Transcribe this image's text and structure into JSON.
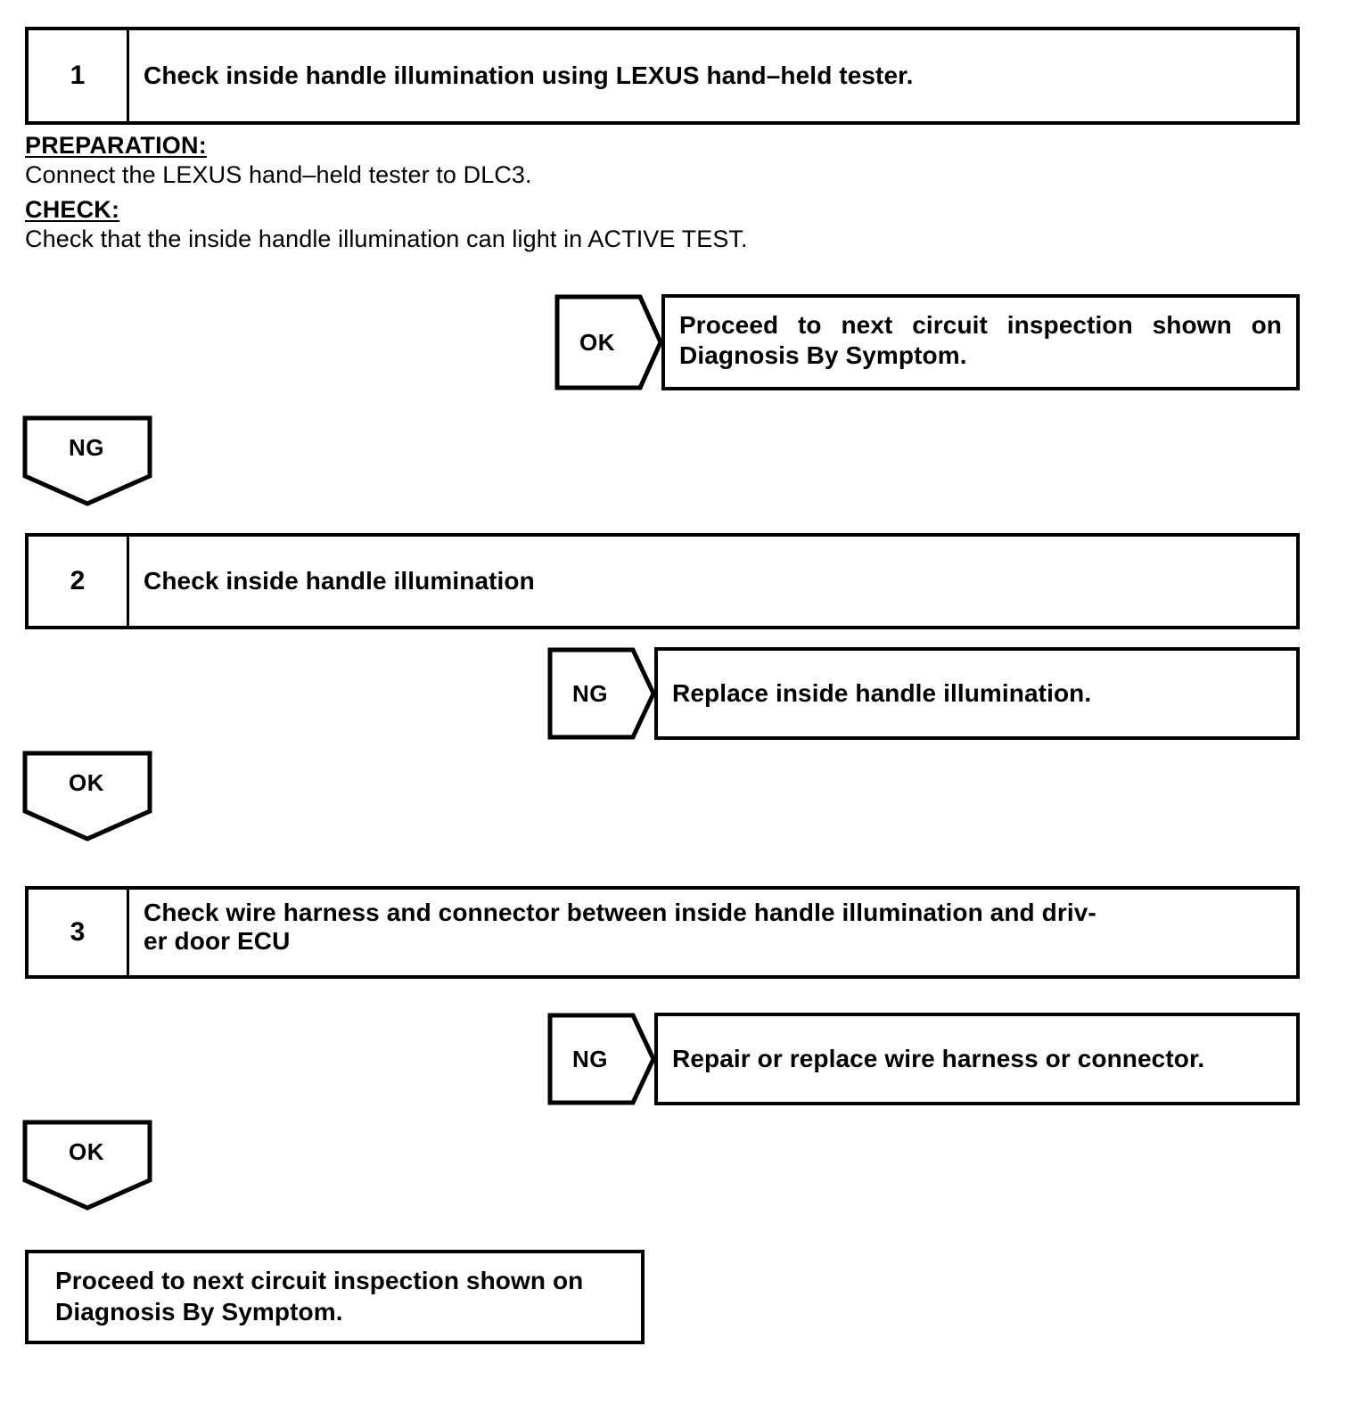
{
  "document": {
    "kind": "diagnostic-troubleshooting-flowchart"
  },
  "steps": [
    {
      "number": "1",
      "text": "Check inside handle illumination using LEXUS hand–held tester."
    },
    {
      "number": "2",
      "text": "Check inside handle illumination"
    },
    {
      "number": "3",
      "line1": "Check wire harness and connector between inside handle illumination and driv-",
      "line2": "er door ECU"
    }
  ],
  "procedure": {
    "preparation_label": "PREPARATION:",
    "preparation_text": "Connect the LEXUS hand–held tester to DLC3.",
    "check_label": "CHECK:",
    "check_text": "Check that the inside handle illumination can light in ACTIVE TEST."
  },
  "branches": [
    {
      "tag": "OK",
      "result_line1": "Proceed to next circuit inspection shown on",
      "result_line2": "Diagnosis By Symptom."
    },
    {
      "tag": "NG",
      "result_line1": "Replace inside handle illumination."
    },
    {
      "tag": "NG",
      "result_line1": "Repair or replace wire harness or connector."
    }
  ],
  "flow_tags": [
    {
      "label": "NG"
    },
    {
      "label": "OK"
    },
    {
      "label": "OK"
    }
  ],
  "terminal": {
    "line1": "Proceed to next circuit inspection shown on",
    "line2": "Diagnosis By Symptom."
  },
  "colors": {
    "ink": "#000000",
    "paper": "#ffffff"
  }
}
